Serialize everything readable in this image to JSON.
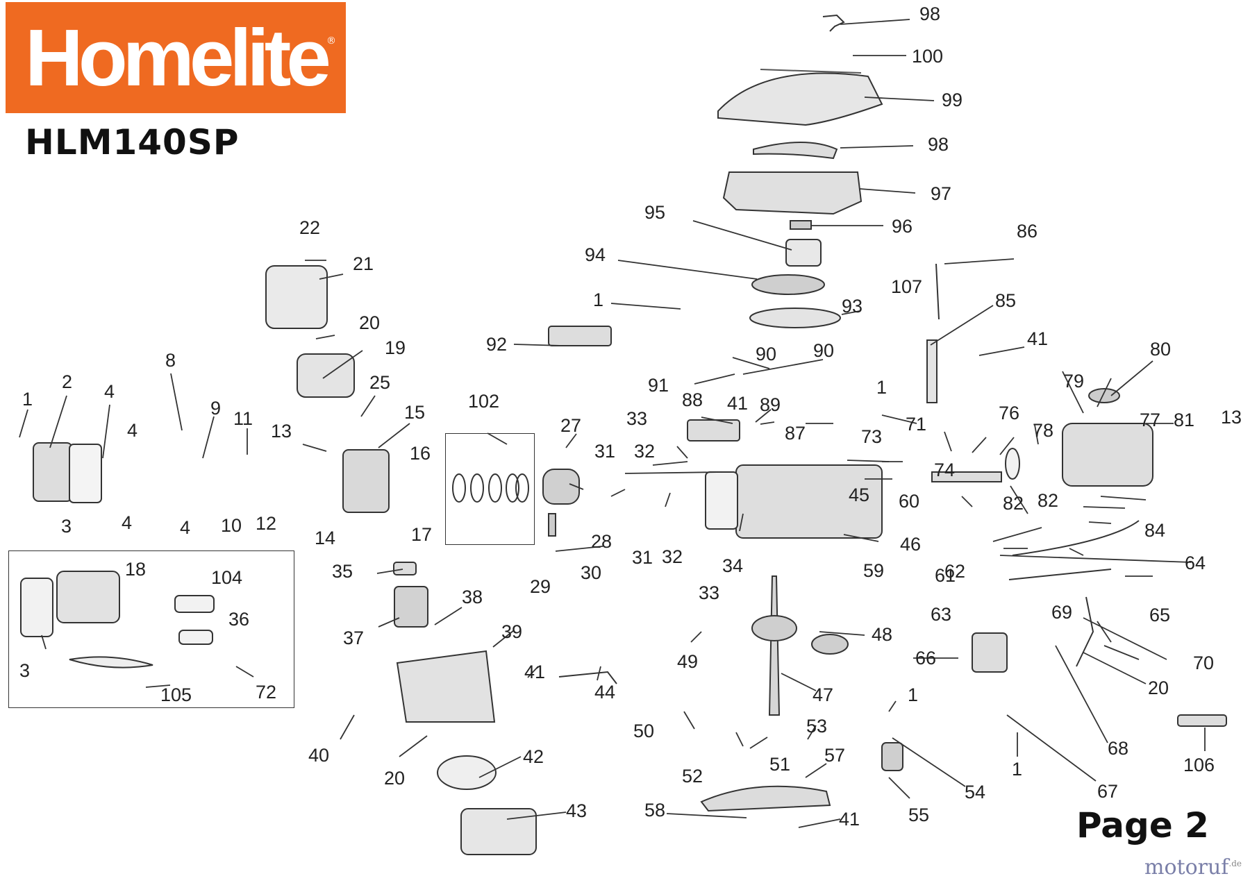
{
  "brand": {
    "logo_text": "Homelite",
    "reg_mark": "®",
    "brand_color": "#ef6a21"
  },
  "model": "HLM140SP",
  "page_label": "Page 2",
  "watermark": {
    "text": "motoruf",
    "suffix": ".de"
  },
  "part_numbers": [
    "98",
    "100",
    "99",
    "98",
    "97",
    "96",
    "95",
    "86",
    "94",
    "107",
    "85",
    "1",
    "93",
    "41",
    "80",
    "92",
    "90",
    "90",
    "22",
    "21",
    "20",
    "19",
    "91",
    "8",
    "2",
    "4",
    "25",
    "9",
    "11",
    "15",
    "13",
    "1",
    "88",
    "41",
    "89",
    "102",
    "27",
    "79",
    "1",
    "71",
    "76",
    "77",
    "81",
    "13",
    "33",
    "87",
    "73",
    "31",
    "16",
    "74",
    "4",
    "32",
    "78",
    "4",
    "3",
    "4",
    "10",
    "12",
    "14",
    "17",
    "28",
    "45",
    "60",
    "82",
    "84",
    "46",
    "59",
    "61",
    "62",
    "34",
    "29",
    "30",
    "31",
    "32",
    "33",
    "64",
    "82",
    "63",
    "65",
    "69",
    "18",
    "104",
    "36",
    "35",
    "38",
    "3",
    "37",
    "39",
    "48",
    "66",
    "70",
    "20",
    "49",
    "41",
    "44",
    "47",
    "1",
    "105",
    "72",
    "40",
    "20",
    "42",
    "43",
    "50",
    "53",
    "51",
    "57",
    "52",
    "58",
    "41",
    "55",
    "54",
    "67",
    "68",
    "1",
    "106"
  ]
}
